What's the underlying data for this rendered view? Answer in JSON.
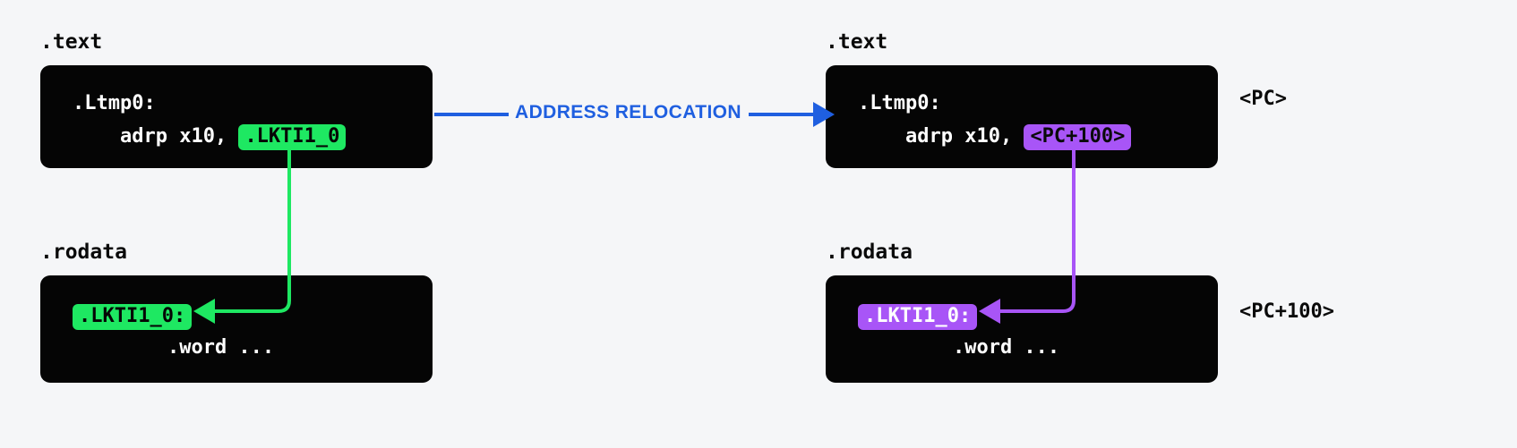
{
  "meta": {
    "background_color": "#f5f6f8",
    "panel_color": "#050505",
    "green_accent": "#1ee862",
    "purple_accent": "#a855f7",
    "blue_accent": "#1f5fe0",
    "code_text_color": "#ffffff"
  },
  "left": {
    "text_section": {
      "label": ".text",
      "line1": ".Ltmp0:",
      "line2_prefix": "    adrp x10, ",
      "line2_chip": ".LKTI1_0"
    },
    "rodata_section": {
      "label": ".rodata",
      "line1_chip": ".LKTI1_0:",
      "line2": "        .word ..."
    }
  },
  "right": {
    "text_section": {
      "label": ".text",
      "line1": ".Ltmp0:",
      "line2_prefix": "    adrp x10, ",
      "line2_chip": "<PC+100>"
    },
    "rodata_section": {
      "label": ".rodata",
      "line1_chip": ".LKTI1_0:",
      "line2": "        .word ..."
    },
    "annotations": {
      "pc": "<PC>",
      "pc_plus_100": "<PC+100>"
    }
  },
  "transition": {
    "label": "ADDRESS RELOCATION"
  }
}
